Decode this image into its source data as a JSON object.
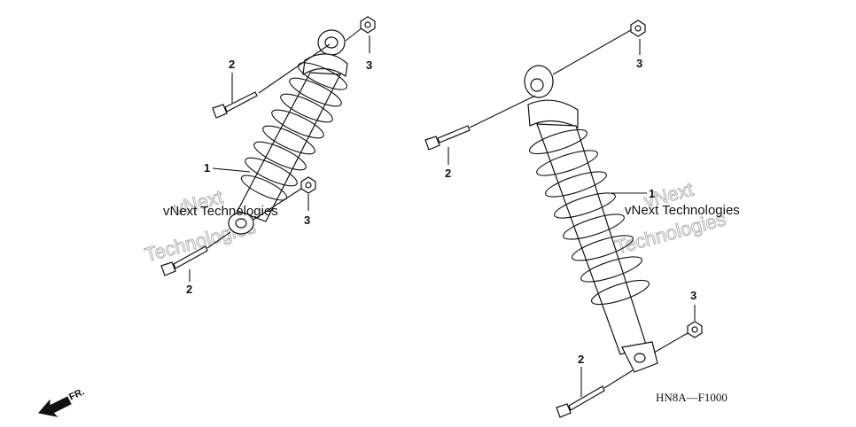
{
  "diagram": {
    "code": "HN8A—F1000",
    "front_label": "FR.",
    "callouts": {
      "left_shock": "1",
      "left_bolt_top": "2",
      "left_bolt_bottom": "2",
      "left_nut_top": "3",
      "left_nut_bottom": "3",
      "right_shock": "1",
      "right_bolt_top": "2",
      "right_bolt_bottom": "2",
      "right_nut_top": "3",
      "right_nut_bottom": "3"
    },
    "watermark": {
      "line1": "vNext Technologies",
      "line2": "vNext",
      "line3": "Technologies"
    }
  }
}
